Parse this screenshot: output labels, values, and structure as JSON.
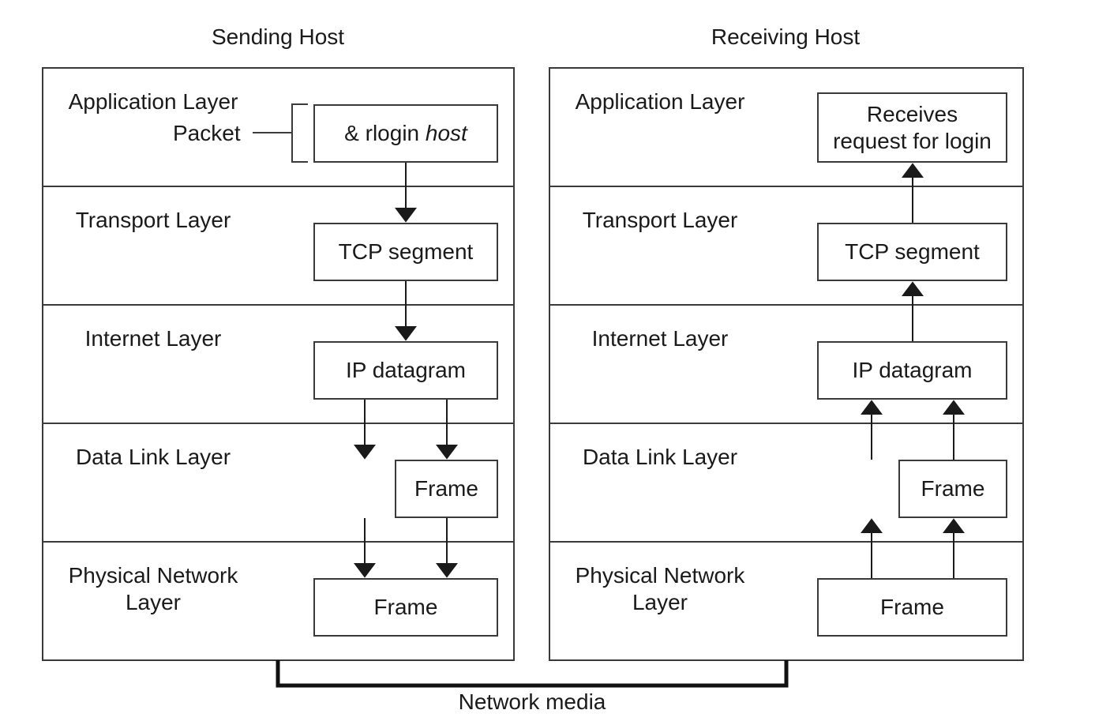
{
  "sending_host": {
    "title": "Sending Host",
    "layers": {
      "application": "Application Layer",
      "packet_label": "Packet",
      "transport": "Transport Layer",
      "internet": "Internet Layer",
      "data_link": "Data Link Layer",
      "physical_line1": "Physical Network",
      "physical_line2": "Layer"
    },
    "boxes": {
      "packet_prefix": "& rlogin ",
      "packet_italic": "host",
      "tcp": "TCP segment",
      "ip": "IP datagram",
      "frame_datalink": "Frame",
      "frame_physical": "Frame"
    }
  },
  "receiving_host": {
    "title": "Receiving Host",
    "layers": {
      "application": "Application Layer",
      "transport": "Transport Layer",
      "internet": "Internet Layer",
      "data_link": "Data Link Layer",
      "physical_line1": "Physical Network",
      "physical_line2": "Layer"
    },
    "boxes": {
      "request_line1": "Receives",
      "request_line2": "request for login",
      "tcp": "TCP segment",
      "ip": "IP datagram",
      "frame_datalink": "Frame",
      "frame_physical": "Frame"
    }
  },
  "network_media_label": "Network media",
  "colors": {
    "line": "#3a3a3a",
    "media_link": "#111111",
    "text": "#1a1a1a"
  }
}
